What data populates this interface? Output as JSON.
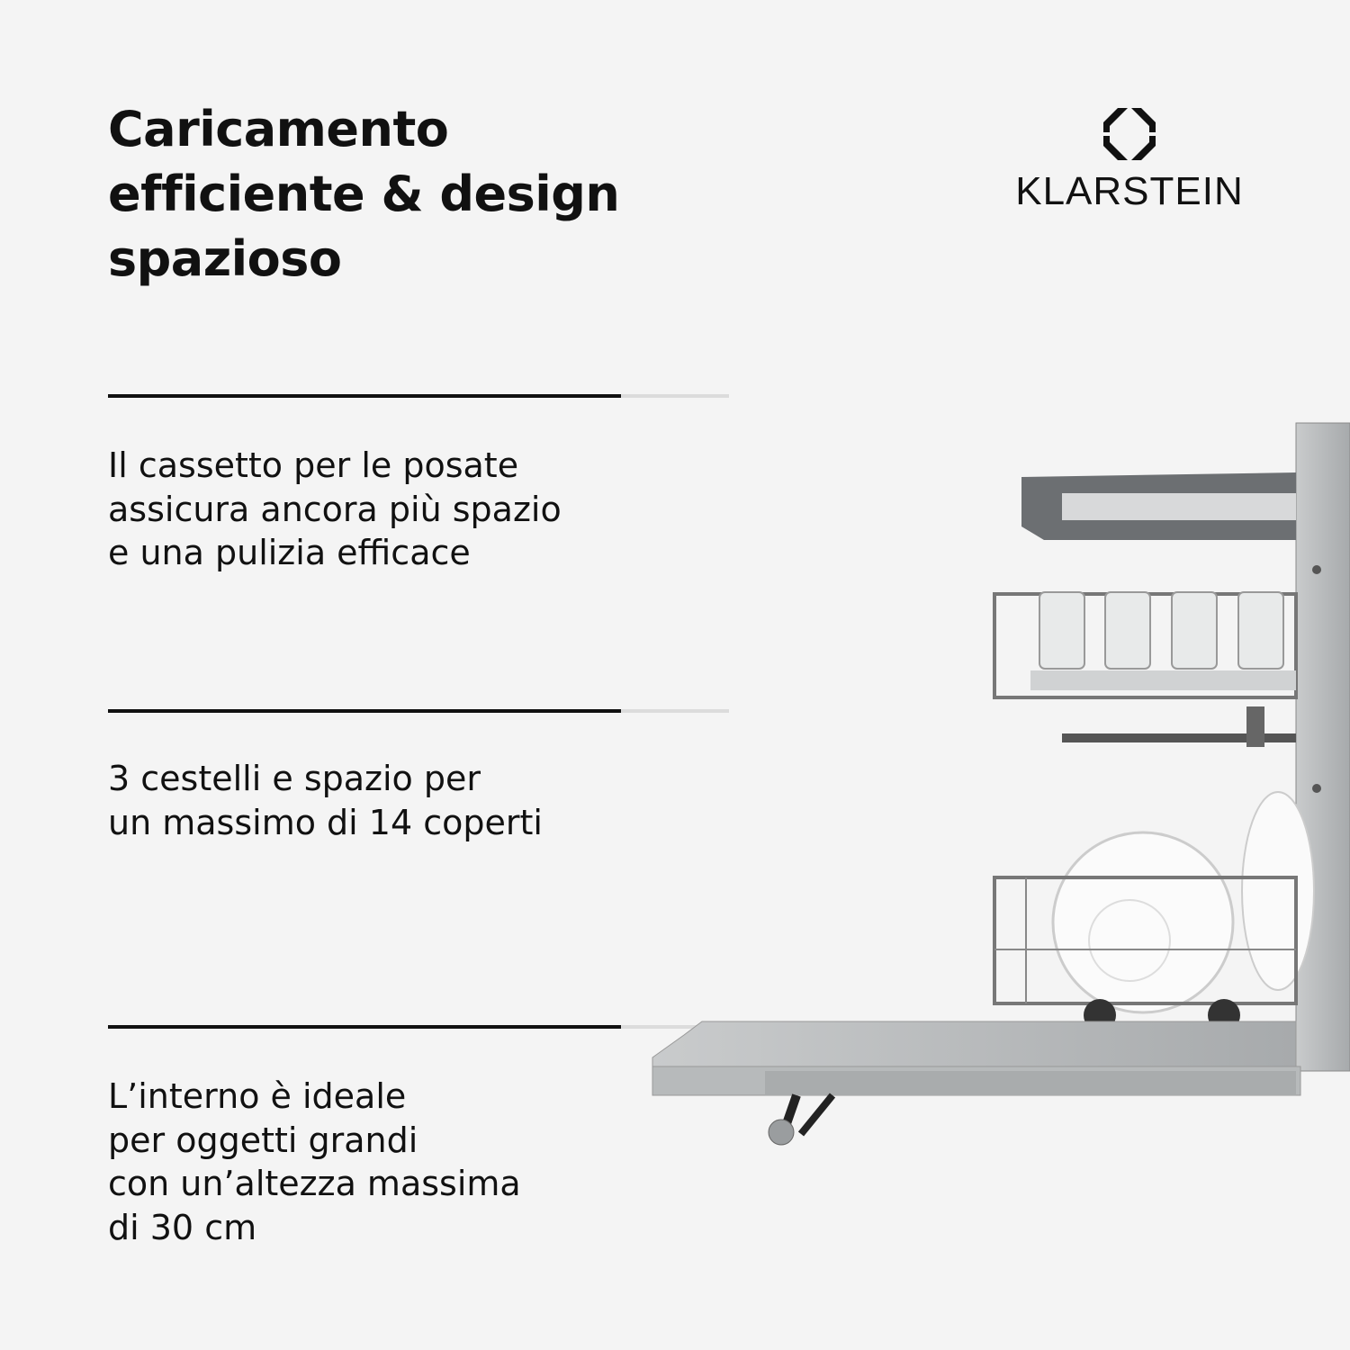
{
  "title_lines": [
    "Caricamento",
    "efficiente & design",
    "spazioso"
  ],
  "brand": {
    "name": "KLARSTEIN",
    "icon": "klarstein-octagon-logo"
  },
  "features": [
    {
      "lines": [
        "Il cassetto per le posate",
        "assicura ancora più spazio",
        "e una pulizia efficace"
      ],
      "progress": 0.826
    },
    {
      "lines": [
        "3 cestelli e spazio per",
        "un massimo di 14 coperti"
      ],
      "progress": 0.826
    },
    {
      "lines": [
        "L’interno è ideale",
        "per oggetti grandi",
        "con un’altezza massima",
        "di 30 cm"
      ],
      "progress": 0.826
    }
  ],
  "colors": {
    "background": "#f4f4f4",
    "text": "#111111",
    "divider_track": "#dcdcdc",
    "divider_fill": "#111111"
  }
}
